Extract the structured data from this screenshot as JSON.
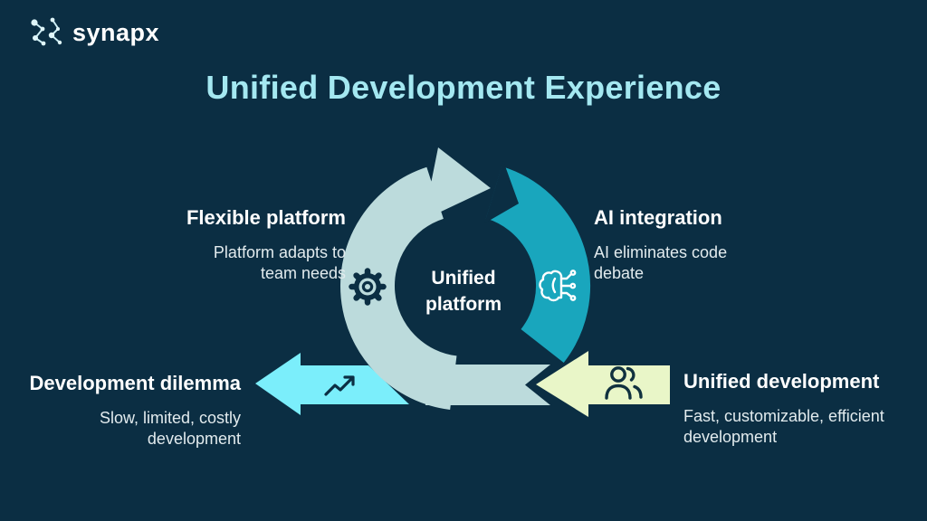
{
  "logo": {
    "brand": "synapx"
  },
  "title": "Unified Development Experience",
  "diagram": {
    "center": {
      "line1": "Unified",
      "line2": "platform"
    },
    "flexible": {
      "heading": "Flexible platform",
      "description": "Platform adapts to team needs",
      "icon": "gear-icon"
    },
    "ai": {
      "heading": "AI integration",
      "description": "AI eliminates code debate",
      "icon": "brain-circuit-icon"
    },
    "dilemma": {
      "heading": "Development dilemma",
      "description": "Slow, limited, costly development",
      "icon": "trend-up-icon"
    },
    "unified": {
      "heading": "Unified development",
      "description": "Fast, customizable, efficient development",
      "icon": "people-icon"
    }
  },
  "colors": {
    "background": "#0b2e43",
    "title_text": "#a4e8f1",
    "light_arc": "#bcdbdc",
    "teal_arc": "#19a6bd",
    "cyan_arrow": "#7beefb",
    "green_arrow": "#e9f6c8",
    "heading_text": "#ffffff",
    "body_text": "#e2ebee"
  }
}
